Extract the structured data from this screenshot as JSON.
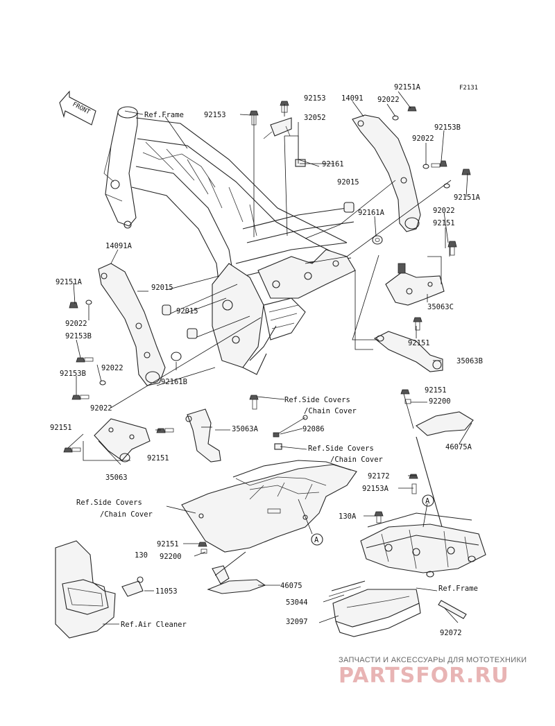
{
  "figure_code": "F2131",
  "front_label": "FRONT",
  "labels": {
    "ref_frame_top": "Ref.Frame",
    "p92153_top_left": "92153",
    "p92153_top_mid": "92153",
    "p32052": "32052",
    "p14091": "14091",
    "p92151A_top": "92151A",
    "p92022_top": "92022",
    "p92153B_right": "92153B",
    "p92022_right": "92022",
    "p92161": "92161",
    "p92015_top": "92015",
    "p92151A_right": "92151A",
    "p92161A": "92161A",
    "p92022_right2": "92022",
    "p92151_right": "92151",
    "p14091A": "14091A",
    "p92151A_left": "92151A",
    "p92015_left1": "92015",
    "p92022_left1": "92022",
    "p92015_left2": "92015",
    "p35063C": "35063C",
    "p92153B_left1": "92153B",
    "p92151_mid": "92151",
    "p92022_left2": "92022",
    "p35063B": "35063B",
    "p92161B": "92161B",
    "p92153B_left2": "92153B",
    "p92022_left3": "92022",
    "p92151_r3": "92151",
    "p92200_r": "92200",
    "ref_side_covers_1a": "Ref.Side Covers",
    "ref_side_covers_1b": "/Chain Cover",
    "p92151_left": "92151",
    "p35063A": "35063A",
    "p92086": "92086",
    "p46075A": "46075A",
    "p92151_bl": "92151",
    "ref_side_covers_2a": "Ref.Side Covers",
    "ref_side_covers_2b": "/Chain Cover",
    "p35063": "35063",
    "p92172": "92172",
    "p92153A": "92153A",
    "ref_side_covers_3a": "Ref.Side Covers",
    "ref_side_covers_3b": "/Chain Cover",
    "p130A": "130A",
    "callout_A1": "A",
    "callout_A2": "A",
    "p92151_low": "92151",
    "p130": "130",
    "p92200_low": "92200",
    "p46075": "46075",
    "p11053": "11053",
    "ref_frame_bottom": "Ref.Frame",
    "p53044": "53044",
    "ref_air_cleaner": "Ref.Air Cleaner",
    "p32097": "32097",
    "p92072": "92072"
  },
  "watermark": {
    "tagline": "ЗАПЧАСТИ И АКСЕССУАРЫ ДЛЯ МОТОТЕХНИКИ",
    "logo": "PARTSFOR.RU"
  }
}
